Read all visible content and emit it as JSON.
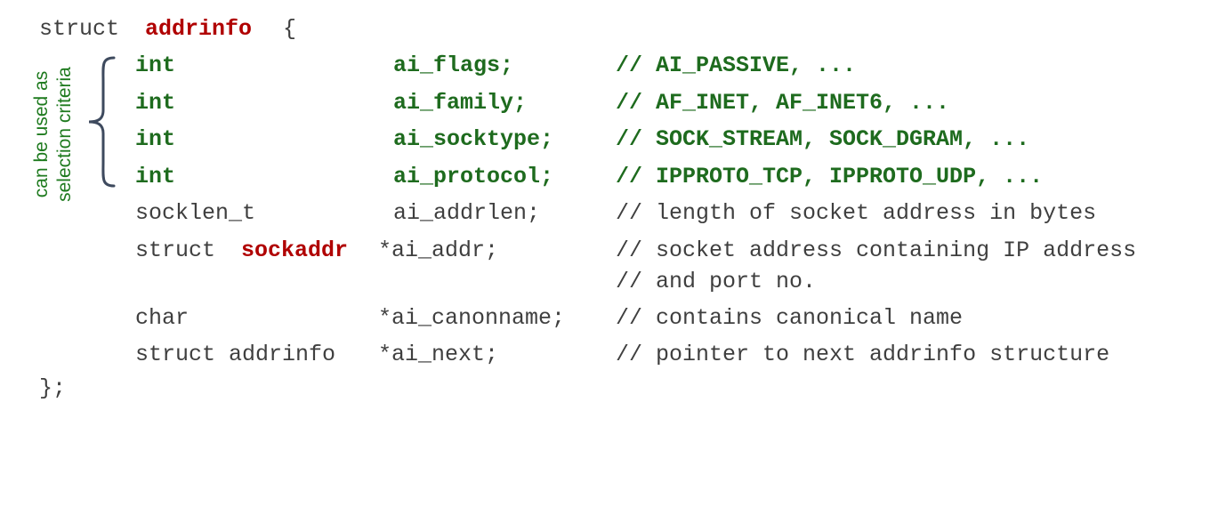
{
  "side_label": {
    "line1": "can be used as",
    "line2": "selection criteria"
  },
  "code": {
    "header": {
      "keyword": "struct",
      "name": "addrinfo",
      "brace": "{"
    },
    "fields": [
      {
        "type": "int",
        "name": "ai_flags;",
        "comment": "// AI_PASSIVE, ...",
        "highlight": true
      },
      {
        "type": "int",
        "name": "ai_family;",
        "comment": "// AF_INET, AF_INET6, ...",
        "highlight": true
      },
      {
        "type": "int",
        "name": "ai_socktype;",
        "comment": "// SOCK_STREAM, SOCK_DGRAM, ...",
        "highlight": true
      },
      {
        "type": "int",
        "name": "ai_protocol;",
        "comment": "// IPPROTO_TCP, IPPROTO_UDP, ...",
        "highlight": true
      },
      {
        "type": "socklen_t",
        "name": "ai_addrlen;",
        "comment": "// length of socket address in bytes",
        "highlight": false
      },
      {
        "type_prefix": "struct",
        "type_name": "sockaddr",
        "name": "*ai_addr;",
        "comment": "// socket address containing IP address",
        "highlight": false
      },
      {
        "comment": "// and port no.",
        "highlight": false
      },
      {
        "type": "char",
        "name": "*ai_canonname;",
        "comment": "// contains canonical name",
        "highlight": false
      },
      {
        "type": "struct addrinfo",
        "name": "*ai_next;",
        "comment": "// pointer to next addrinfo structure",
        "highlight": false
      }
    ],
    "closing": "};"
  }
}
